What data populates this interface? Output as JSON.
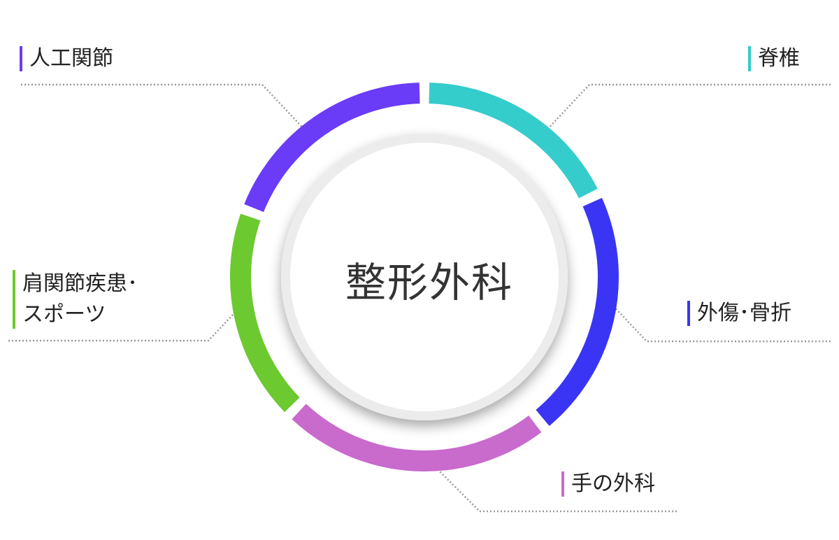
{
  "center": {
    "title": "整形外科"
  },
  "segments": [
    {
      "id": "artificial-joint",
      "label_lines": [
        "人工関節"
      ],
      "color": "#6a3cf7"
    },
    {
      "id": "spine",
      "label_lines": [
        "脊椎"
      ],
      "color": "#35cccc"
    },
    {
      "id": "trauma-fracture",
      "label_lines": [
        "外傷･骨折"
      ],
      "color": "#3a35f4"
    },
    {
      "id": "hand-surgery",
      "label_lines": [
        "手の外科"
      ],
      "color": "#c96acd"
    },
    {
      "id": "shoulder-sports",
      "label_lines": [
        "肩関節疾患･",
        "スポーツ"
      ],
      "color": "#6cc930"
    }
  ],
  "colors": {
    "leader_line": "#999999",
    "center_text": "#333333"
  }
}
